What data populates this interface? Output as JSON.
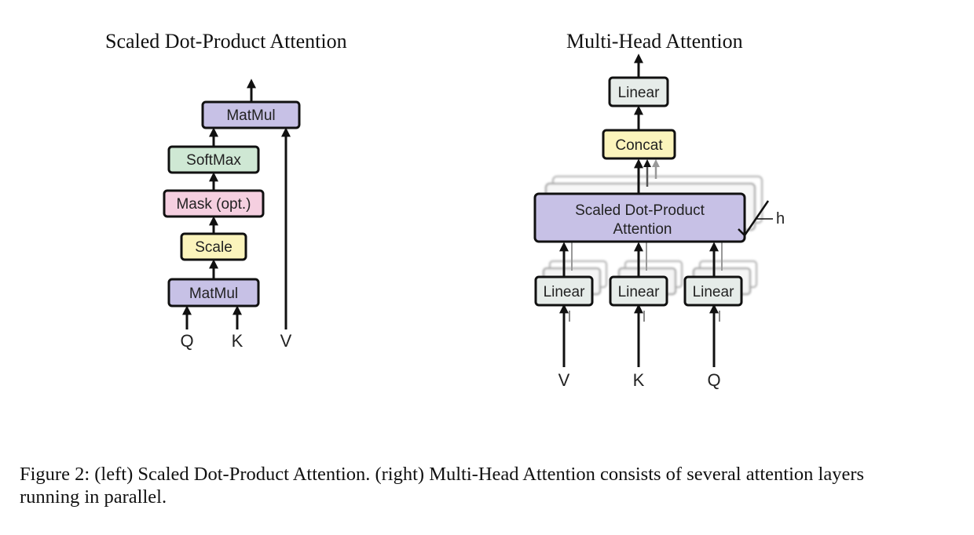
{
  "left_diagram": {
    "title": "Scaled Dot-Product Attention",
    "blocks": {
      "matmul_top": "MatMul",
      "softmax": "SoftMax",
      "mask": "Mask (opt.)",
      "scale": "Scale",
      "matmul_bottom": "MatMul"
    },
    "inputs": {
      "q": "Q",
      "k": "K",
      "v": "V"
    }
  },
  "right_diagram": {
    "title": "Multi-Head Attention",
    "blocks": {
      "linear_top": "Linear",
      "concat": "Concat",
      "sdpa_line1": "Scaled Dot-Product",
      "sdpa_line2": "Attention",
      "linear_v": "Linear",
      "linear_k": "Linear",
      "linear_q": "Linear"
    },
    "heads_label": "h",
    "inputs": {
      "v": "V",
      "k": "K",
      "q": "Q"
    }
  },
  "caption": "Figure 2: (left) Scaled Dot-Product Attention. (right) Multi-Head Attention consists of several attention layers running in parallel.",
  "colors": {
    "matmul": "#c7c1e6",
    "softmax": "#cfe8d4",
    "mask": "#f5cfe0",
    "scale": "#fbf4bc",
    "linear": "#e6ece9",
    "concat": "#fbf4bc",
    "sdpa": "#c7c1e6"
  }
}
